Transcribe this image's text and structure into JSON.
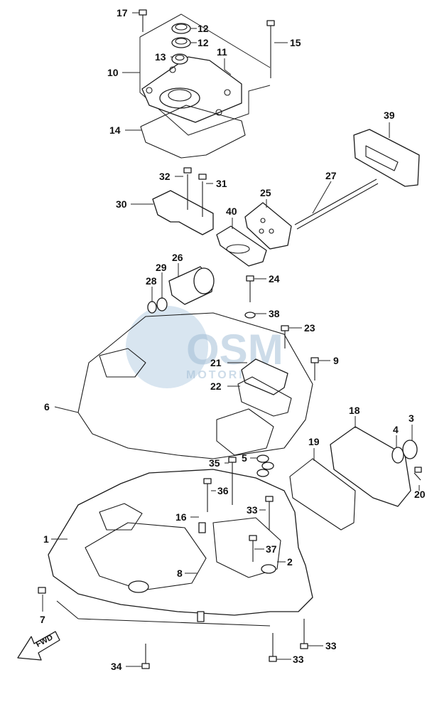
{
  "diagram": {
    "watermark": {
      "brand": "OSM",
      "sub": "MOTORING"
    },
    "fwd_label": "FWD",
    "callouts": [
      {
        "id": "c17",
        "text": "17"
      },
      {
        "id": "c12a",
        "text": "12"
      },
      {
        "id": "c12b",
        "text": "12"
      },
      {
        "id": "c15",
        "text": "15"
      },
      {
        "id": "c13",
        "text": "13"
      },
      {
        "id": "c11",
        "text": "11"
      },
      {
        "id": "c10",
        "text": "10"
      },
      {
        "id": "c39",
        "text": "39"
      },
      {
        "id": "c14",
        "text": "14"
      },
      {
        "id": "c27",
        "text": "27"
      },
      {
        "id": "c32",
        "text": "32"
      },
      {
        "id": "c31",
        "text": "31"
      },
      {
        "id": "c25",
        "text": "25"
      },
      {
        "id": "c30",
        "text": "30"
      },
      {
        "id": "c40",
        "text": "40"
      },
      {
        "id": "c26",
        "text": "26"
      },
      {
        "id": "c29",
        "text": "29"
      },
      {
        "id": "c28",
        "text": "28"
      },
      {
        "id": "c24",
        "text": "24"
      },
      {
        "id": "c38",
        "text": "38"
      },
      {
        "id": "c23",
        "text": "23"
      },
      {
        "id": "c9",
        "text": "9"
      },
      {
        "id": "c21",
        "text": "21"
      },
      {
        "id": "c22",
        "text": "22"
      },
      {
        "id": "c6",
        "text": "6"
      },
      {
        "id": "c18",
        "text": "18"
      },
      {
        "id": "c3",
        "text": "3"
      },
      {
        "id": "c4",
        "text": "4"
      },
      {
        "id": "c19",
        "text": "19"
      },
      {
        "id": "c35",
        "text": "35"
      },
      {
        "id": "c5",
        "text": "5"
      },
      {
        "id": "c36",
        "text": "36"
      },
      {
        "id": "c20",
        "text": "20"
      },
      {
        "id": "c33a",
        "text": "33"
      },
      {
        "id": "c16",
        "text": "16"
      },
      {
        "id": "c1",
        "text": "1"
      },
      {
        "id": "c37",
        "text": "37"
      },
      {
        "id": "c2",
        "text": "2"
      },
      {
        "id": "c8",
        "text": "8"
      },
      {
        "id": "c7",
        "text": "7"
      },
      {
        "id": "c33b",
        "text": "33"
      },
      {
        "id": "c33c",
        "text": "33"
      },
      {
        "id": "c34",
        "text": "34"
      }
    ]
  }
}
